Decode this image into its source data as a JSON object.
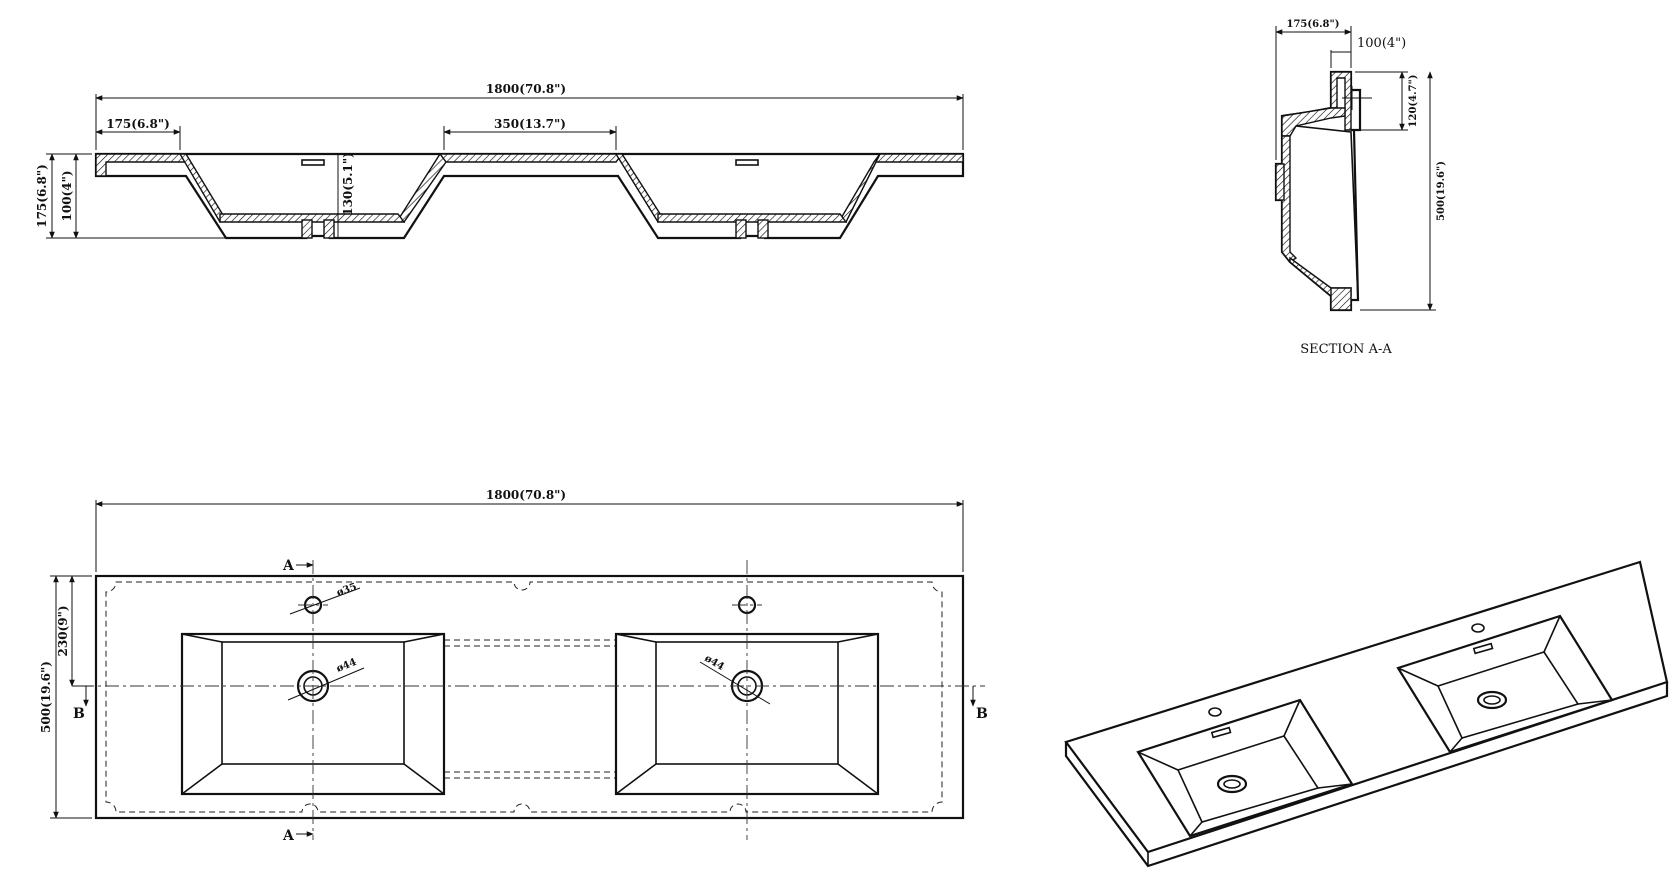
{
  "front_view": {
    "overall_width": "1800(70.8\")",
    "edge_offset": "175(6.8\")",
    "basin_gap": "350(13.7\")",
    "total_height": "175(6.8\")",
    "rim_height": "100(4\")",
    "basin_depth": "130(5.1\")"
  },
  "section_view": {
    "depth_top": "175(6.8\")",
    "rim_offset": "100(4\")",
    "overflow_height": "120(4.7\")",
    "overall_depth": "500(19.6\")",
    "caption": "SECTION A-A"
  },
  "plan_view": {
    "overall_width": "1800(70.8\")",
    "overall_depth": "500(19.6\")",
    "tap_offset": "230(9\")",
    "tap_hole": "ø35",
    "drain_left": "ø44",
    "drain_right": "ø44",
    "section_marks": {
      "a_top": "A",
      "a_bottom": "A",
      "b_left": "B",
      "b_right": "B"
    }
  }
}
